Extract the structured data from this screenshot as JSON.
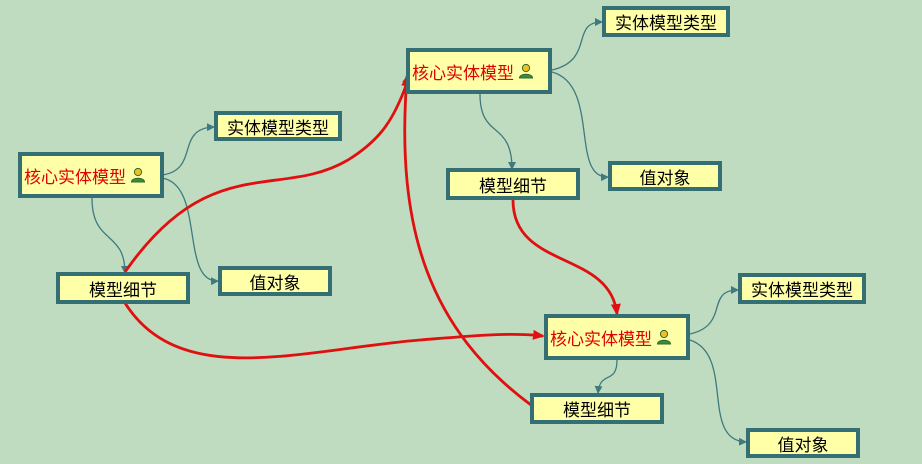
{
  "labels": {
    "core": "核心实体模型",
    "type": "实体模型类型",
    "detail": "模型细节",
    "value": "值对象"
  },
  "colors": {
    "background": "#c0dcc0",
    "node_fill": "#ffffa8",
    "node_border": "#346f73",
    "core_text": "#e00000",
    "thin_edge": "#3f7a7e",
    "red_edge": "#e01010"
  },
  "icons": {
    "core_node_icon": "person-icon"
  }
}
